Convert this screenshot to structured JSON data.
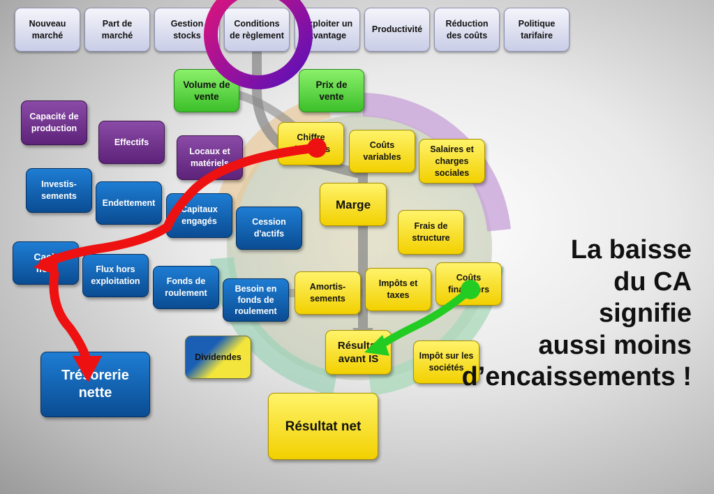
{
  "top_row": [
    {
      "id": "nouveau-marche",
      "label": "Nouveau\nmarché"
    },
    {
      "id": "part-de-marche",
      "label": "Part de\nmarché"
    },
    {
      "id": "gestion-stocks",
      "label": "Gestion\nstocks"
    },
    {
      "id": "conditions-reglement",
      "label": "Conditions\nde règlement"
    },
    {
      "id": "exploiter-avantage",
      "label": "Exploiter un\navantage"
    },
    {
      "id": "productivite",
      "label": "Productivité"
    },
    {
      "id": "reduction-couts",
      "label": "Réduction\ndes coûts"
    },
    {
      "id": "politique-tarifaire",
      "label": "Politique\ntarifaire"
    }
  ],
  "nodes": {
    "volume_vente": "Volume de\nvente",
    "prix_vente": "Prix de\nvente",
    "capacite_production": "Capacité de\nproduction",
    "effectifs": "Effectifs",
    "locaux_materiels": "Locaux et\nmatériels",
    "chiffre_affaires": "Chiffre\nd'affaires",
    "couts_variables": "Coûts\nvariables",
    "salaires_charges": "Salaires et\ncharges\nsociales",
    "investissements": "Investis-\nsements",
    "endettement": "Endettement",
    "capitaux_engages": "Capitaux\nengagés",
    "marge": "Marge",
    "cession_actifs": "Cession\nd'actifs",
    "frais_structure": "Frais de\nstructure",
    "cash_flow": "Cash\nflow",
    "flux_hors_exploitation": "Flux  hors\nexploitation",
    "fonds_roulement": "Fonds de\nroulement",
    "besoin_fonds_roulement": "Besoin en\nfonds de\nroulement",
    "amortissements": "Amortis-\nsements",
    "impots_taxes": "Impôts et\ntaxes",
    "couts_financiers": "Coûts\nfinanciers",
    "resultat_avant_is": "Résultat\navant IS",
    "dividendes": "Dividendes",
    "impot_societes": "Impôt sur les\nsociétés",
    "tresorerie_nette": "Trésorerie\nnette",
    "resultat_net": "Résultat net"
  },
  "headline": [
    "La baisse",
    "du CA",
    "signifie",
    "aussi moins",
    "d’encaissements !"
  ],
  "colors": {
    "highlight_ring": "#8a1aa8",
    "red_arrow": "#ee1111",
    "green_arrow": "#22cc22",
    "gray_arrow": "#8a8a8a",
    "blue_box": "#0a5bb0",
    "purple_box": "#6a2a86",
    "yellow_box": "#f7e21a",
    "green_box": "#5ad23e"
  }
}
